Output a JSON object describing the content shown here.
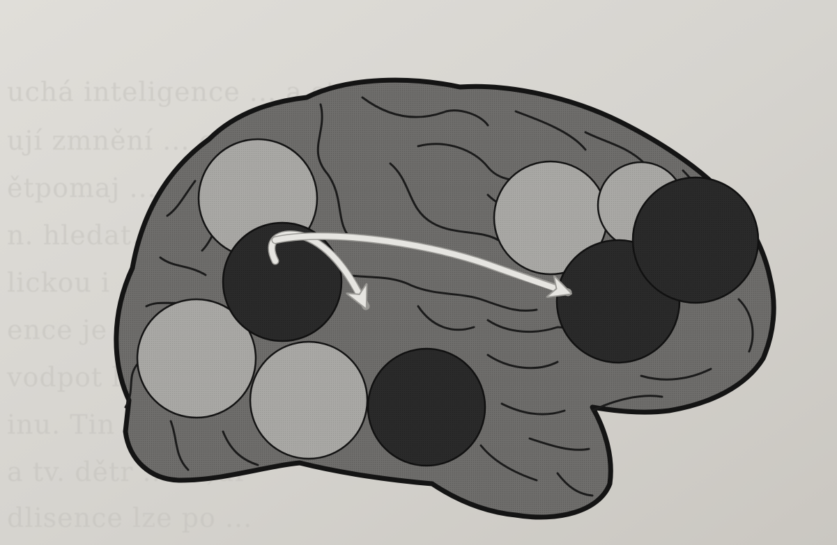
{
  "figure": {
    "description_type": "brain-lateral-view-network-diagram",
    "colors": {
      "paper": "#d8d6d1",
      "paper_shade": "#cfccc6",
      "cortex_fill": "#6f6e6c",
      "cortex_stroke": "#141414",
      "sulcus_stroke": "#1b1b1b",
      "light_region": "#a9a8a5",
      "dark_region": "#2a2a2a",
      "arrow": "#e6e5e1",
      "bleed_text": "#c4c2bd"
    },
    "regions": [
      {
        "id": "parietal-superior",
        "shade": "light"
      },
      {
        "id": "parietal-inferior",
        "shade": "dark"
      },
      {
        "id": "occipital",
        "shade": "light"
      },
      {
        "id": "temporal-posterior",
        "shade": "light"
      },
      {
        "id": "temporal-anterior",
        "shade": "dark"
      },
      {
        "id": "frontal-middle",
        "shade": "light"
      },
      {
        "id": "frontal-upper",
        "shade": "light"
      },
      {
        "id": "prefrontal-upper",
        "shade": "dark"
      },
      {
        "id": "prefrontal-lower",
        "shade": "dark"
      }
    ],
    "arrows": [
      {
        "from": "parietal-inferior",
        "to": "temporal-anterior"
      },
      {
        "from": "parietal-inferior",
        "to": "prefrontal-lower"
      }
    ],
    "background_text_lines": [
      "uchá inteligence ... a strategie",
      "ují zmnění ... oly kla",
      "ětpomaj ... tove",
      "n. hledat. ... ompo",
      "lickou i ... mulu",
      "ence je ... až in",
      "vodpot l ... ní pro",
      "inu. Tin ... fonde",
      "a tv. dětr ... d.)ur",
      "dlisence lze po ..."
    ]
  }
}
